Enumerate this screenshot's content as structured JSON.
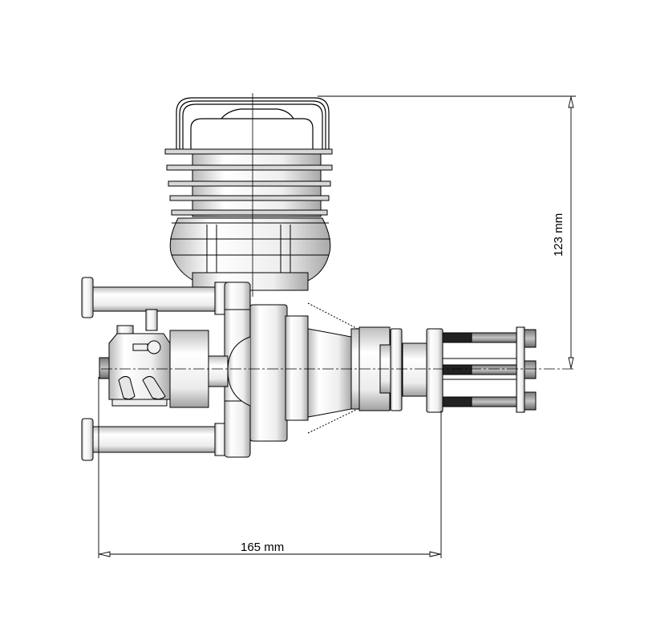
{
  "drawing": {
    "subject": "engine-side-view",
    "background_color": "#ffffff",
    "line_color": "#000000",
    "shade_light": "#f4f4f4",
    "shade_dark": "#9a9a9a"
  },
  "dimensions": {
    "height": {
      "value": 123,
      "unit": "mm",
      "label": "123 mm",
      "orientation": "vertical"
    },
    "length": {
      "value": 165,
      "unit": "mm",
      "label": "165 mm",
      "orientation": "horizontal"
    }
  }
}
